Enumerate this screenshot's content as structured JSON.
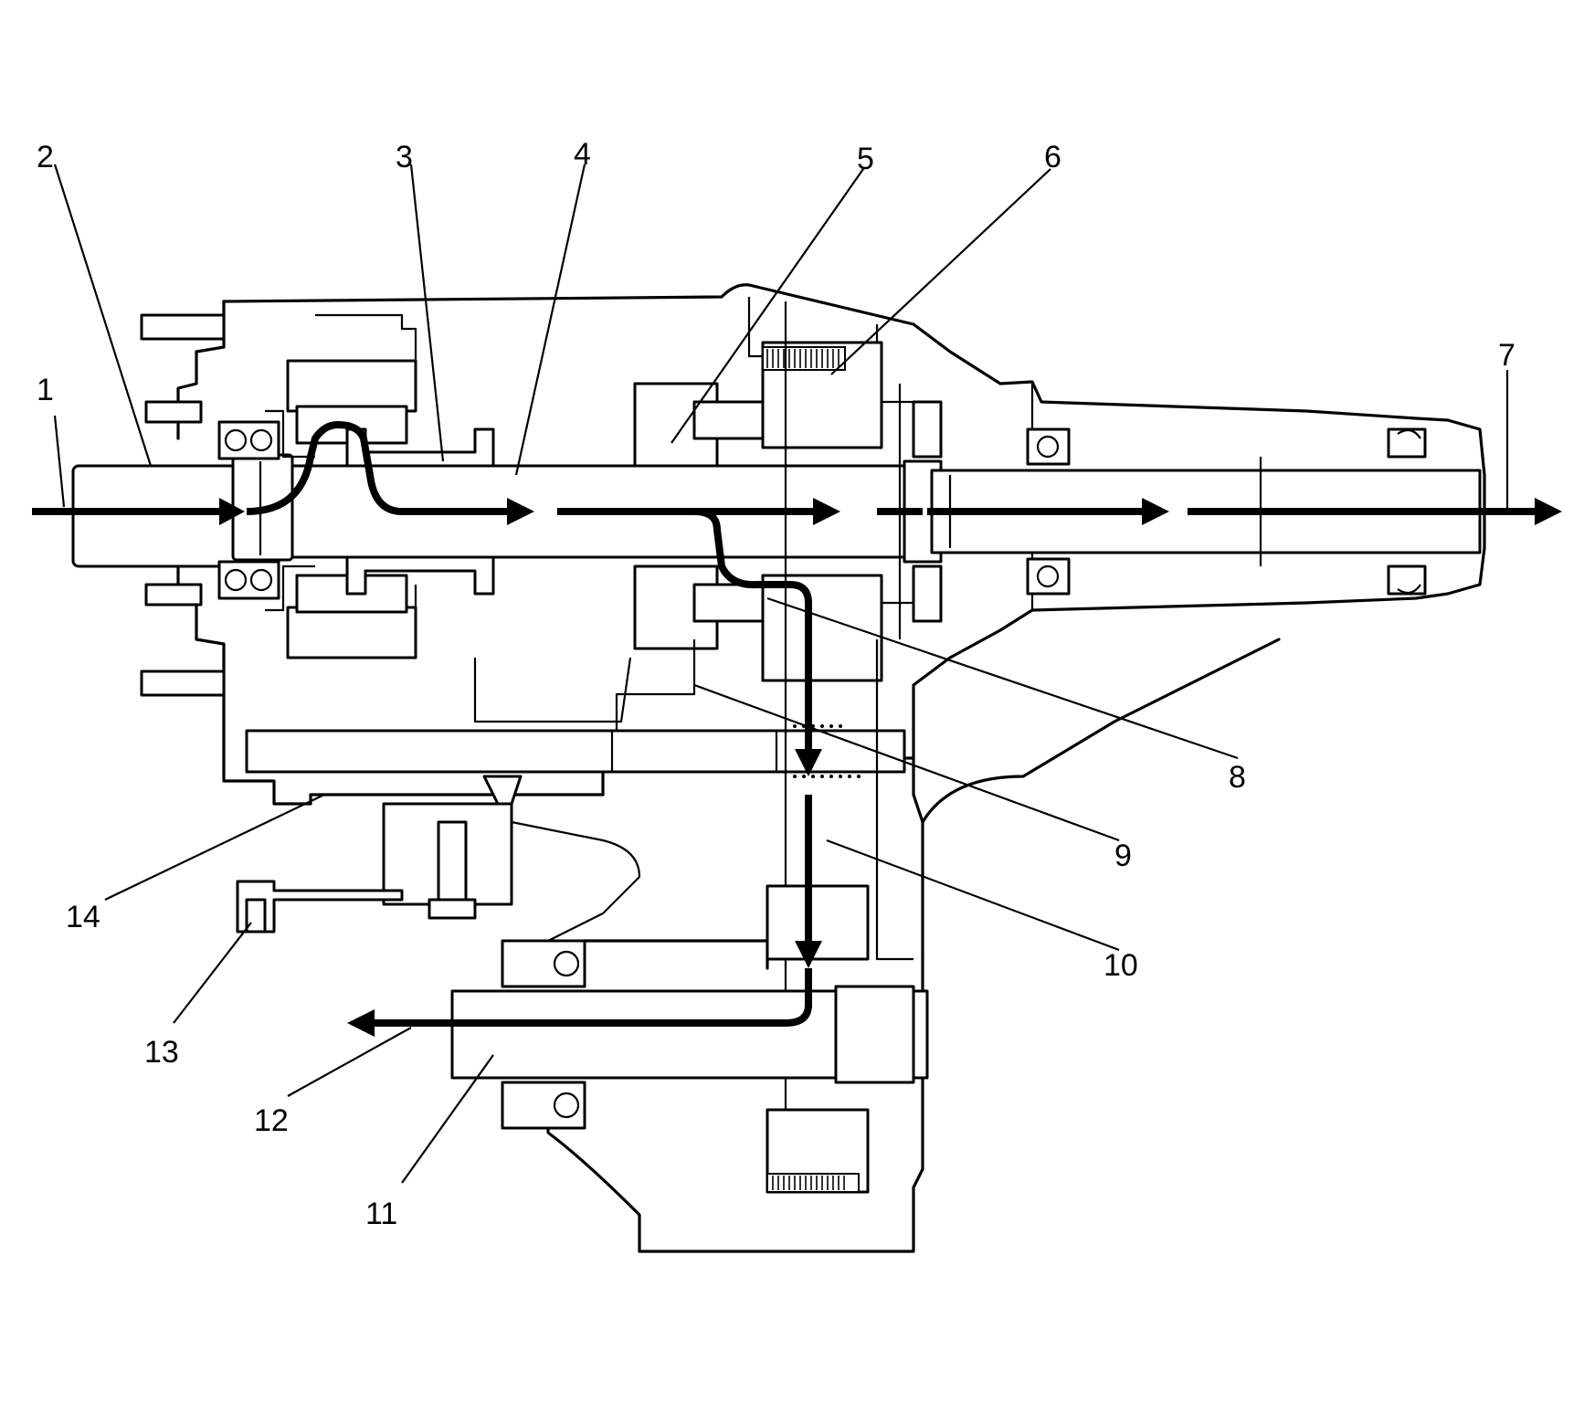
{
  "diagram": {
    "callouts": [
      {
        "id": "1",
        "text": "1"
      },
      {
        "id": "2",
        "text": "2"
      },
      {
        "id": "3",
        "text": "3"
      },
      {
        "id": "4",
        "text": "4"
      },
      {
        "id": "5",
        "text": "5"
      },
      {
        "id": "6",
        "text": "6"
      },
      {
        "id": "7",
        "text": "7"
      },
      {
        "id": "8",
        "text": "8"
      },
      {
        "id": "9",
        "text": "9"
      },
      {
        "id": "10",
        "text": "10"
      },
      {
        "id": "11",
        "text": "11"
      },
      {
        "id": "12",
        "text": "12"
      },
      {
        "id": "13",
        "text": "13"
      },
      {
        "id": "14",
        "text": "14"
      }
    ],
    "line_color": "#000000",
    "background": "#ffffff"
  }
}
